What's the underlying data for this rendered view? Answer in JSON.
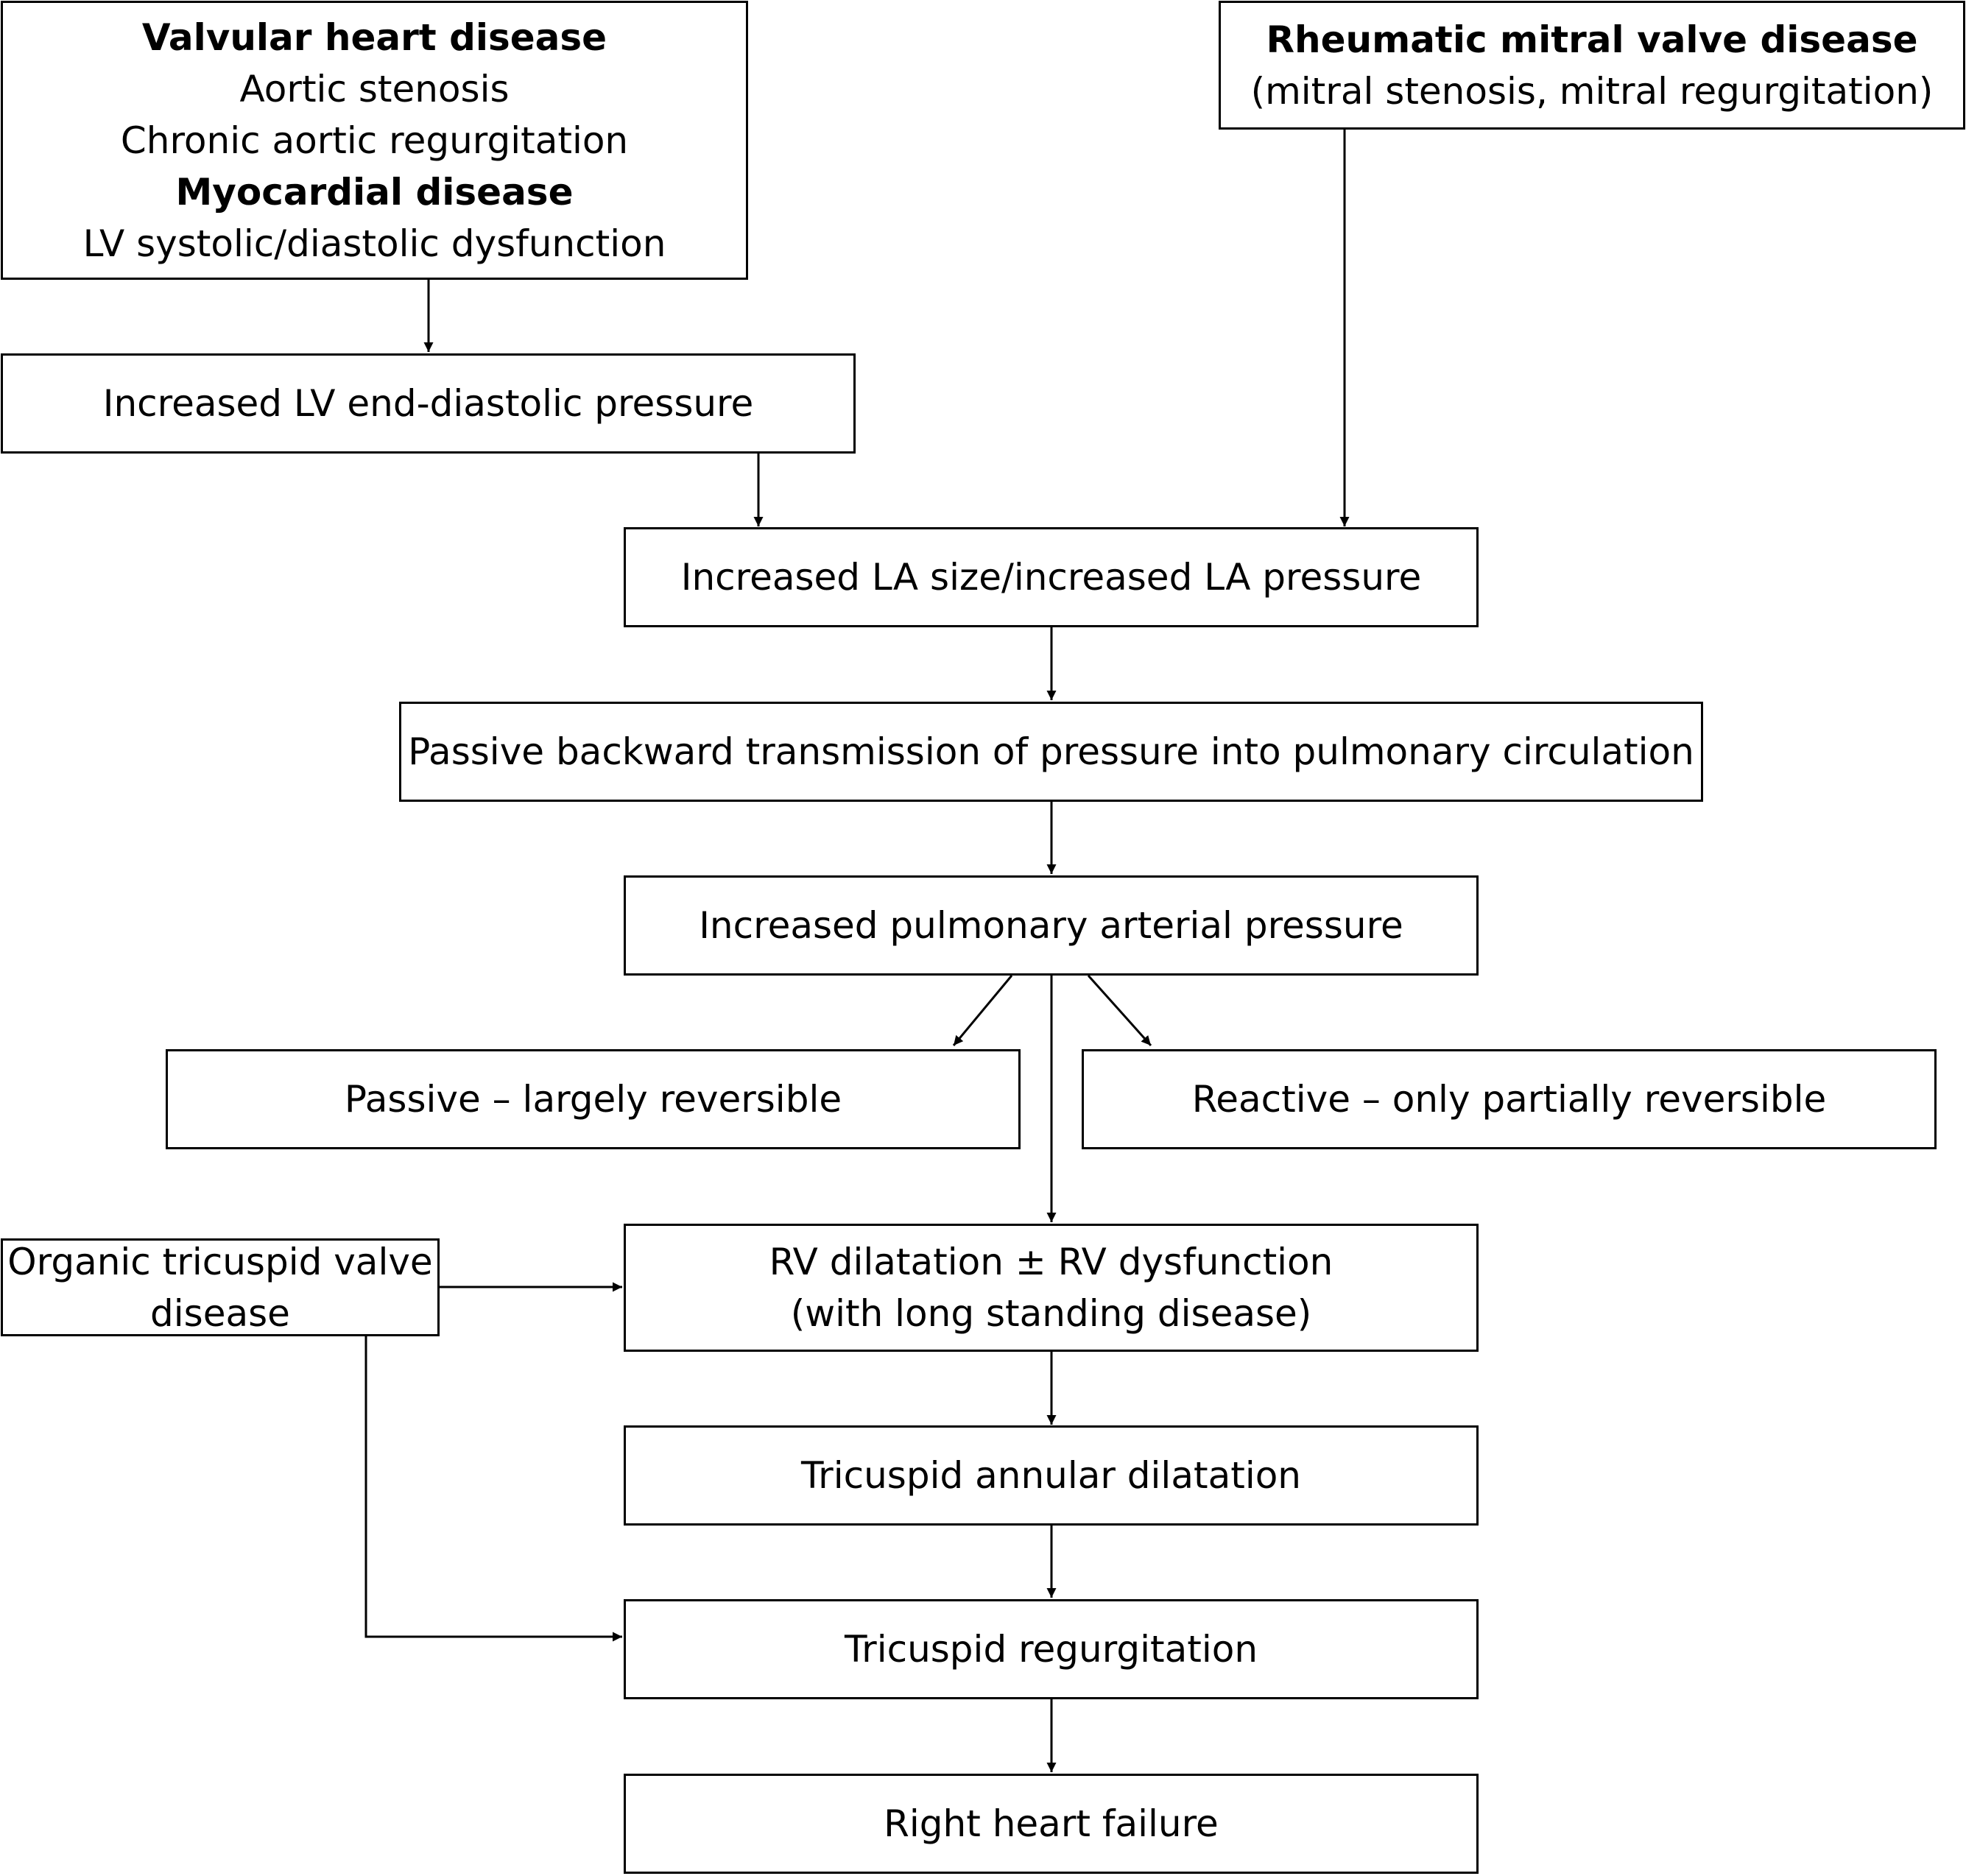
{
  "colors": {
    "line": "#000000",
    "background": "#ffffff"
  },
  "nodes": {
    "valvular": {
      "heading1": "Valvular heart disease",
      "line1": "Aortic stenosis",
      "line2": "Chronic aortic regurgitation",
      "heading2": "Myocardial disease",
      "line3": "LV systolic/diastolic dysfunction"
    },
    "rheumatic": {
      "heading": "Rheumatic mitral valve disease",
      "line": "(mitral stenosis, mitral regurgitation)"
    },
    "lv_pressure": "Increased LV end-diastolic pressure",
    "la_size": "Increased LA size/increased LA pressure",
    "passive_transmission": "Passive backward transmission of pressure into pulmonary circulation",
    "pulm_pressure": "Increased pulmonary arterial pressure",
    "passive": "Passive – largely reversible",
    "reactive": "Reactive – only partially reversible",
    "tricuspid_organic": {
      "line1": "Organic tricuspid valve",
      "line2": "disease"
    },
    "rv_dilatation": {
      "line1": "RV dilatation ± RV dysfunction",
      "line2": "(with long standing disease)"
    },
    "annular": "Tricuspid annular dilatation",
    "regurg": "Tricuspid regurgitation",
    "failure": "Right heart failure"
  }
}
